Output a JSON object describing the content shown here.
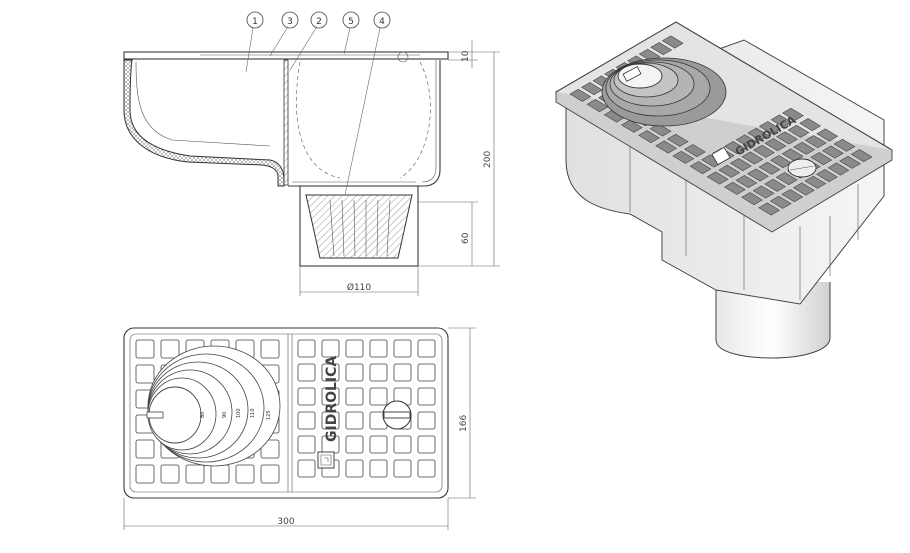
{
  "callouts": [
    "1",
    "3",
    "2",
    "5",
    "4"
  ],
  "dimensions": {
    "top_rim": "10",
    "total_height": "200",
    "outlet_height": "60",
    "outlet_diameter": "Ø110",
    "width": "166",
    "length": "300"
  },
  "brand": "GIDROLICA",
  "scale_marks": [
    "80",
    "90",
    "100",
    "110",
    "125"
  ]
}
